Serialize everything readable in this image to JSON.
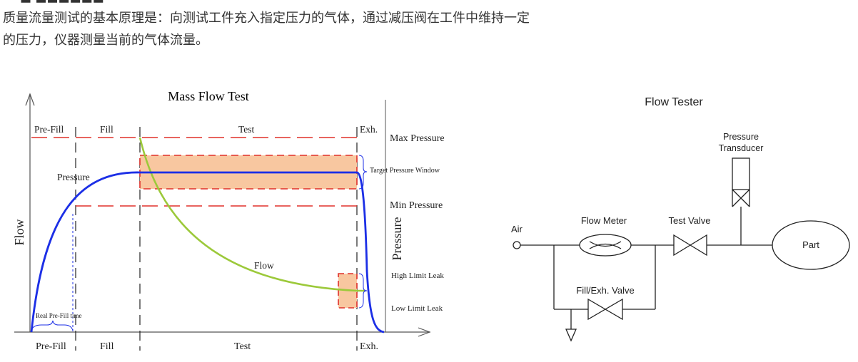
{
  "intro": {
    "line1": "质量流量测试的基本原理是：向测试工件充入指定压力的气体，通过减压阀在工件中维持一定",
    "line2": "的压力，仪器测量当前的气体流量。"
  },
  "mass_flow_chart": {
    "title": "Mass Flow Test",
    "y_left_label": "Flow",
    "y_right_label": "Pressure",
    "phases_top": [
      "Pre-Fill",
      "Fill",
      "Test",
      "Exh."
    ],
    "phases_bottom": [
      "Pre-Fill",
      "Fill",
      "Test",
      "Exh."
    ],
    "labels": {
      "max_pressure": "Max Pressure",
      "min_pressure": "Min Pressure",
      "target_window": "Target Pressure Window",
      "high_limit_leak": "High Limit Leak",
      "low_limit_leak": "Low Limit Leak",
      "pressure_curve": "Pressure",
      "flow_curve": "Flow",
      "real_prefill": "Real Pre-Fill time"
    },
    "colors": {
      "pressure": "#1c2fe6",
      "flow": "#9cc93a",
      "limit": "#e0302a",
      "window": "#f8c7a0"
    }
  },
  "flow_tester": {
    "title": "Flow Tester",
    "air": "Air",
    "flow_meter": "Flow Meter",
    "test_valve": "Test Valve",
    "transducer_line1": "Pressure",
    "transducer_line2": "Transducer",
    "part": "Part",
    "fill_exh_valve": "Fill/Exh. Valve"
  }
}
